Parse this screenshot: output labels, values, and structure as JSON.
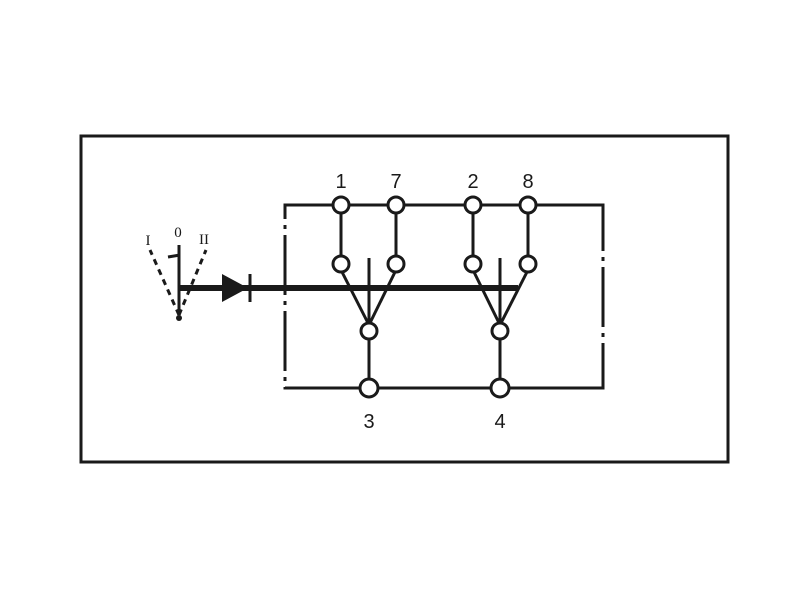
{
  "diagram": {
    "terminals": {
      "t1": "1",
      "t7": "7",
      "t2": "2",
      "t8": "8",
      "t3": "3",
      "t4": "4"
    },
    "selector_positions": {
      "left": "I",
      "center": "0",
      "right": "II"
    }
  }
}
